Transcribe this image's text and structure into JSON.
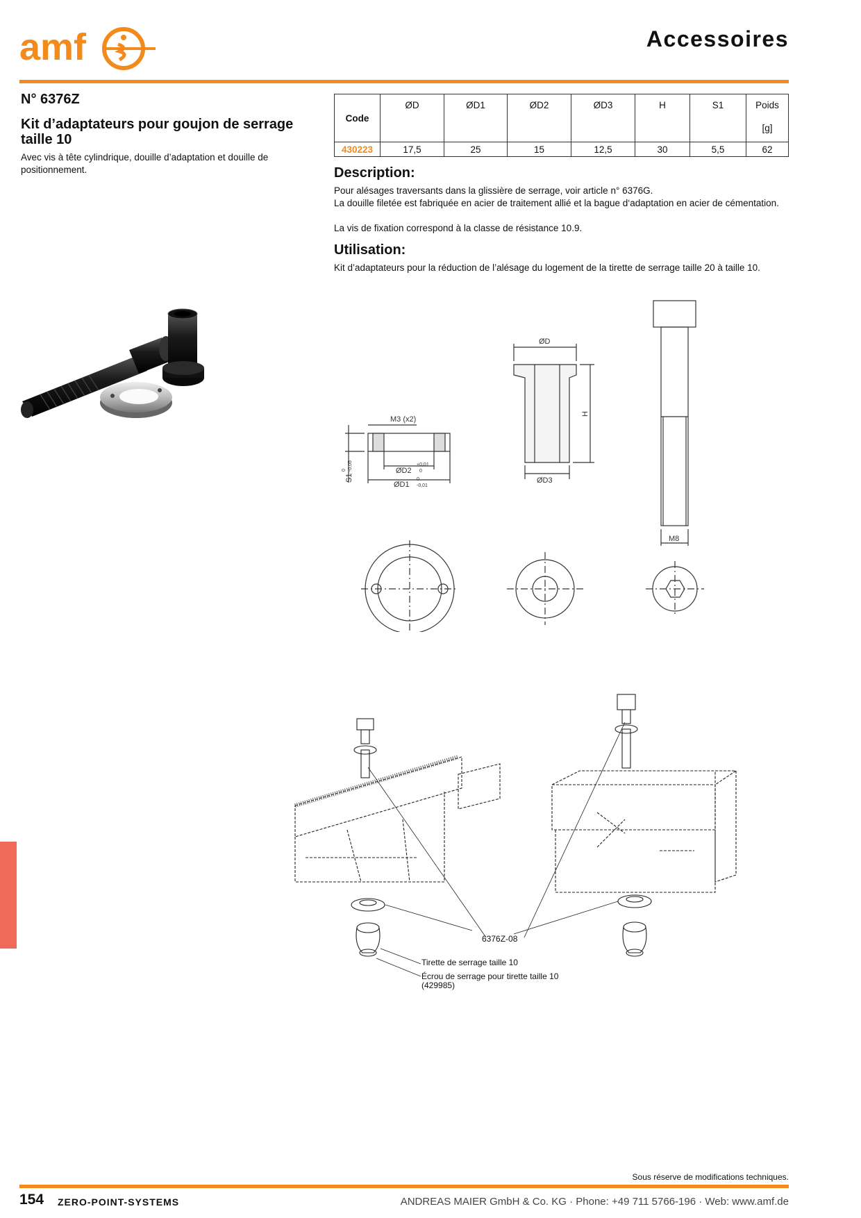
{
  "header": {
    "logo_text": "amf",
    "section_title": "Accessoires"
  },
  "product": {
    "article_number": "N° 6376Z",
    "title": "Kit d’adaptateurs pour goujon de serrage taille 10",
    "subtitle": "Avec vis à tête cylindrique, douille d’adaptation et douille de positionnement."
  },
  "table": {
    "headers": [
      "Code",
      "ØD",
      "ØD1",
      "ØD2",
      "ØD3",
      "H",
      "S1",
      "Poids"
    ],
    "weight_unit": "[g]",
    "rows": [
      [
        "430223",
        "17,5",
        "25",
        "15",
        "12,5",
        "30",
        "5,5",
        "62"
      ]
    ]
  },
  "description": {
    "heading": "Description:",
    "lines": [
      "Pour alésages traversants dans la glissière de serrage, voir article n° 6376G.",
      "La douille filetée est fabriquée en acier de traitement allié et la bague d‘adaptation en acier de cémentation.",
      "La vis de fixation correspond à la classe de résistance 10.9."
    ]
  },
  "usage": {
    "heading": "Utilisation:",
    "text": "Kit d’adaptateurs pour la réduction de l’alésage du logement de la tirette de serrage taille 20 à taille 10."
  },
  "drawing_labels": {
    "d": "ØD",
    "h": "H",
    "d3": "ØD3",
    "m3": "M3 (x2)",
    "d2": "ØD2",
    "d2_tol_upper": "+0,01",
    "d2_tol_lower": "0",
    "d1": "ØD1",
    "d1_tol_upper": "0",
    "d1_tol_lower": "-0,01",
    "s1": "S1",
    "s1_tol_upper": "0",
    "s1_tol_lower": "-0,05",
    "m8": "M8"
  },
  "assembly": {
    "kit_code": "6376Z-08",
    "label_stud": "Tirette de serrage taille 10",
    "label_nut": "Écrou de serrage pour tirette taille 10",
    "label_nut_code": "(429985)"
  },
  "footer": {
    "note": "Sous réserve de modifications techniques.",
    "page_number": "154",
    "catalog": "ZERO-POINT-SYSTEMS",
    "company": "ANDREAS MAIER GmbH & Co. KG · Phone: +49 711 5766-196 · Web: www.amf.de"
  },
  "colors": {
    "brand_orange": "#f28a1c",
    "side_tab": "#ef6a59"
  }
}
